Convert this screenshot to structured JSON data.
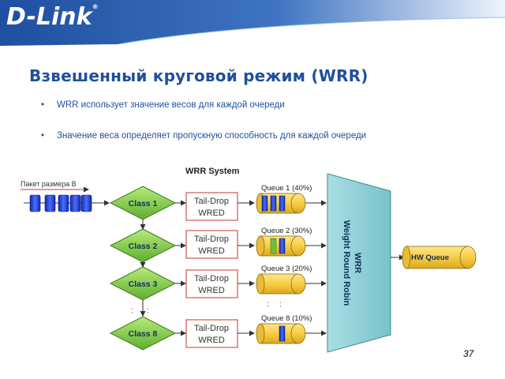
{
  "brand": {
    "logo_text": "D-Link",
    "registered": "®"
  },
  "slide": {
    "title": "Взвешенный круговой режим (WRR)",
    "bullets": [
      "WRR использует значение весов для каждой очереди",
      "Значение веса определяет пропускную способность для каждой очереди"
    ],
    "page_number": "37"
  },
  "diagram": {
    "system_label": "WRR System",
    "packet_label": "Пакет размера B",
    "classes": [
      "Class 1",
      "Class 2",
      "Class 3",
      "Class 8"
    ],
    "droppers": [
      [
        "Tail-Drop",
        "WRED"
      ],
      [
        "Tail-Drop",
        "WRED"
      ],
      [
        "Tail-Drop",
        "WRED"
      ],
      [
        "Tail-Drop",
        "WRED"
      ]
    ],
    "queues": [
      "Queue 1 (40%)",
      "Queue 2 (30%)",
      "Queue 3 (20%)",
      "Queue 8 (10%)"
    ],
    "ellipsis": ":",
    "scheduler": [
      "WRR",
      "Weight Round Robin"
    ],
    "hw_queue": "HW Queue",
    "colors": {
      "blue": "#1c3fd6",
      "green": "#6fbf3f",
      "queue_fill": "#f6d34f",
      "scheduler_fill": "#8fd0d6",
      "diamond": "#8fd14f",
      "accent": "#1f4f9e"
    }
  }
}
